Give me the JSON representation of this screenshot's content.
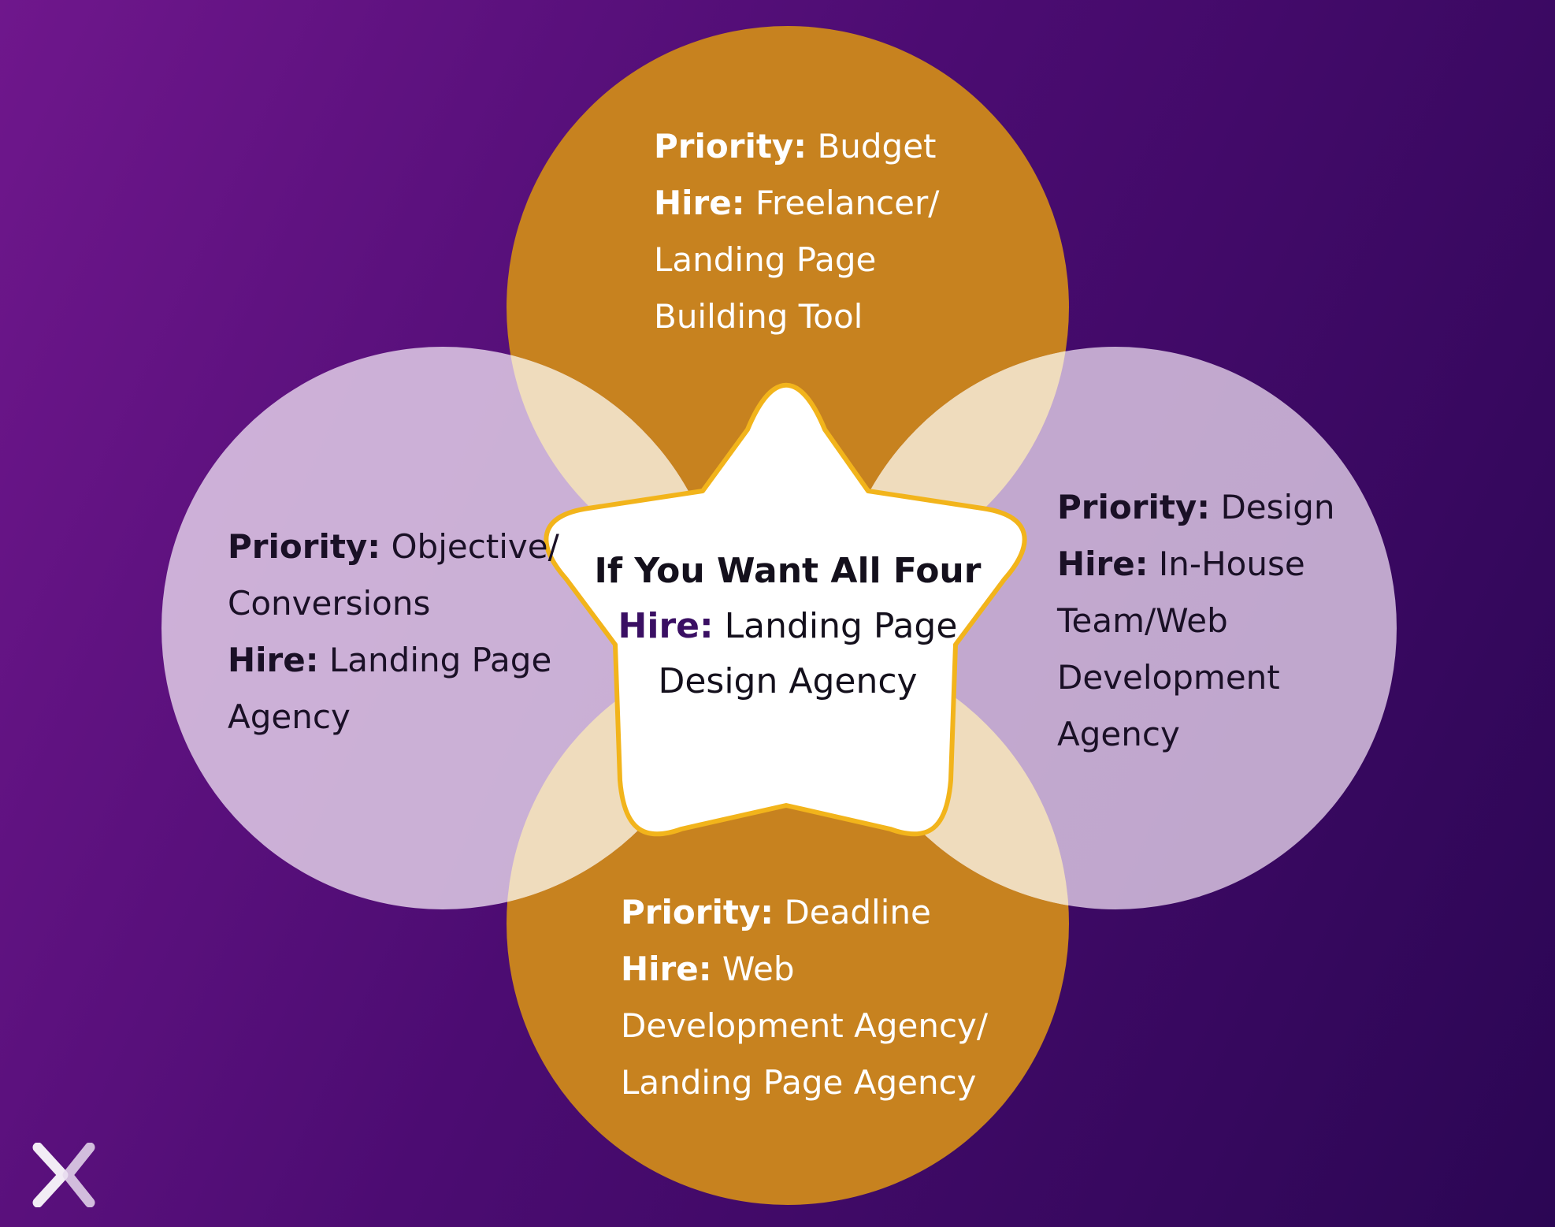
{
  "colors": {
    "background_start": "#6f178c",
    "background_end": "#2b0654",
    "gold_circle": "#c7821f",
    "lilac_circle": "#e2cfe8",
    "overlap_tint": "#efdcbd",
    "star_fill": "#ffffff",
    "star_outline": "#f2b41b",
    "hire_label_center": "#3a0f63"
  },
  "nodes": {
    "top": {
      "priority_label": "Priority:",
      "priority_value": "Budget",
      "hire_label": "Hire:",
      "hire_lines": [
        "Freelancer/",
        "Landing Page",
        "Building Tool"
      ]
    },
    "left": {
      "priority_label": "Priority:",
      "priority_lines": [
        "Objective/",
        "Conversions"
      ],
      "hire_label": "Hire:",
      "hire_lines": [
        "Landing Page",
        "Agency"
      ]
    },
    "right": {
      "priority_label": "Priority:",
      "priority_value": "Design",
      "hire_label": "Hire:",
      "hire_lines": [
        "In-House",
        "Team/Web",
        "Development",
        "Agency"
      ]
    },
    "bottom": {
      "priority_label": "Priority:",
      "priority_value": "Deadline",
      "hire_label": "Hire:",
      "hire_lines": [
        "Web",
        "Development Agency/",
        "Landing Page Agency"
      ]
    }
  },
  "center": {
    "title": "If You Want All Four",
    "hire_label": "Hire:",
    "hire_lines": [
      "Landing Page",
      "Design Agency"
    ]
  },
  "logo": {
    "icon": "x-logo-icon"
  }
}
